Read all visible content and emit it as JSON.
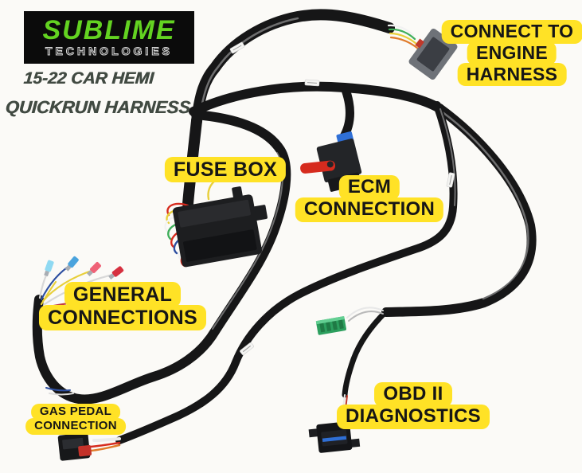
{
  "theme": {
    "bg": "#fbfaf7",
    "label_bg": "#ffe226",
    "label_text": "#161616",
    "cable": "#161617",
    "logo_bg": "#0b0b0b",
    "logo_green": "#63d321",
    "logo_outline": "#d9d9d9",
    "tagline": "#414a42"
  },
  "branding": {
    "logo_line1": "SUBLIME",
    "logo_line2": "TECHNOLOGIES",
    "tagline_line1": "15-22 CAR HEMI",
    "tagline_line2": "QUICKRUN HARNESS"
  },
  "labels": {
    "fuse_box": {
      "lines": [
        "FUSE BOX"
      ]
    },
    "ecm": {
      "lines": [
        "ECM",
        "CONNECTION"
      ]
    },
    "engine": {
      "lines": [
        "CONNECT TO",
        "ENGINE",
        "HARNESS"
      ]
    },
    "general": {
      "lines": [
        "GENERAL",
        "CONNECTIONS"
      ]
    },
    "gas_pedal": {
      "lines": [
        "GAS PEDAL",
        "CONNECTION"
      ]
    },
    "obd": {
      "lines": [
        "OBD II",
        "DIAGNOSTICS"
      ]
    }
  },
  "connectors": {
    "engine_harness": {
      "body": "#6e7278",
      "inner": "#3b3e44",
      "accent": "#c0392b"
    },
    "fuse_box": {
      "body": "#1d1e20",
      "inner": "#2a2b2e",
      "lower": "#121315"
    },
    "ecm": {
      "body": "#232528",
      "lower": "#17181a",
      "lever": "#d62b1e",
      "clip": "#2f6fd6"
    },
    "obd": {
      "body": "#141518",
      "face": "#1f2126",
      "stripe": "#2f6fd6",
      "tab": "#1c1d20"
    },
    "gas_pedal": {
      "body": "#17181a",
      "inner": "#2b2d31",
      "accent": "#c4322a"
    },
    "diagnostic": {
      "body": "#2c9f5e",
      "ridge": "#1f7a45",
      "highlight": "#63cf92"
    }
  },
  "wires": {
    "fusebox": [
      "#d62b1e",
      "#e8cf3a",
      "#f2f2f2",
      "#3fae5a",
      "#d62b1e",
      "#2d4fa1",
      "#f2f2f2",
      "#d62b1e",
      "#e8cf3a"
    ],
    "engine_leads": [
      "#f2f2f2",
      "#3fae5a",
      "#e8cf3a",
      "#e07b2a"
    ],
    "terminal_wires": [
      "#d8d8d8",
      "#2d4fa1",
      "#e8cf3a",
      "#d8d8d8",
      "#c23b3b",
      "#e8cf3a"
    ],
    "terminals": [
      "#8fd9f2",
      "#4aa3dd",
      "#ef6277",
      "#d63040",
      "#e8475a"
    ],
    "gas_pedal_leads": [
      "#d62b1e",
      "#e07b2a"
    ],
    "obd_leads": [
      "#e8e8e8",
      "#c0392b"
    ],
    "stub_blue": "#2d4fa1",
    "stub_white": "#dddddd",
    "branch_white": "#e8e8e8",
    "branch_gray": "#b9b9b9"
  }
}
